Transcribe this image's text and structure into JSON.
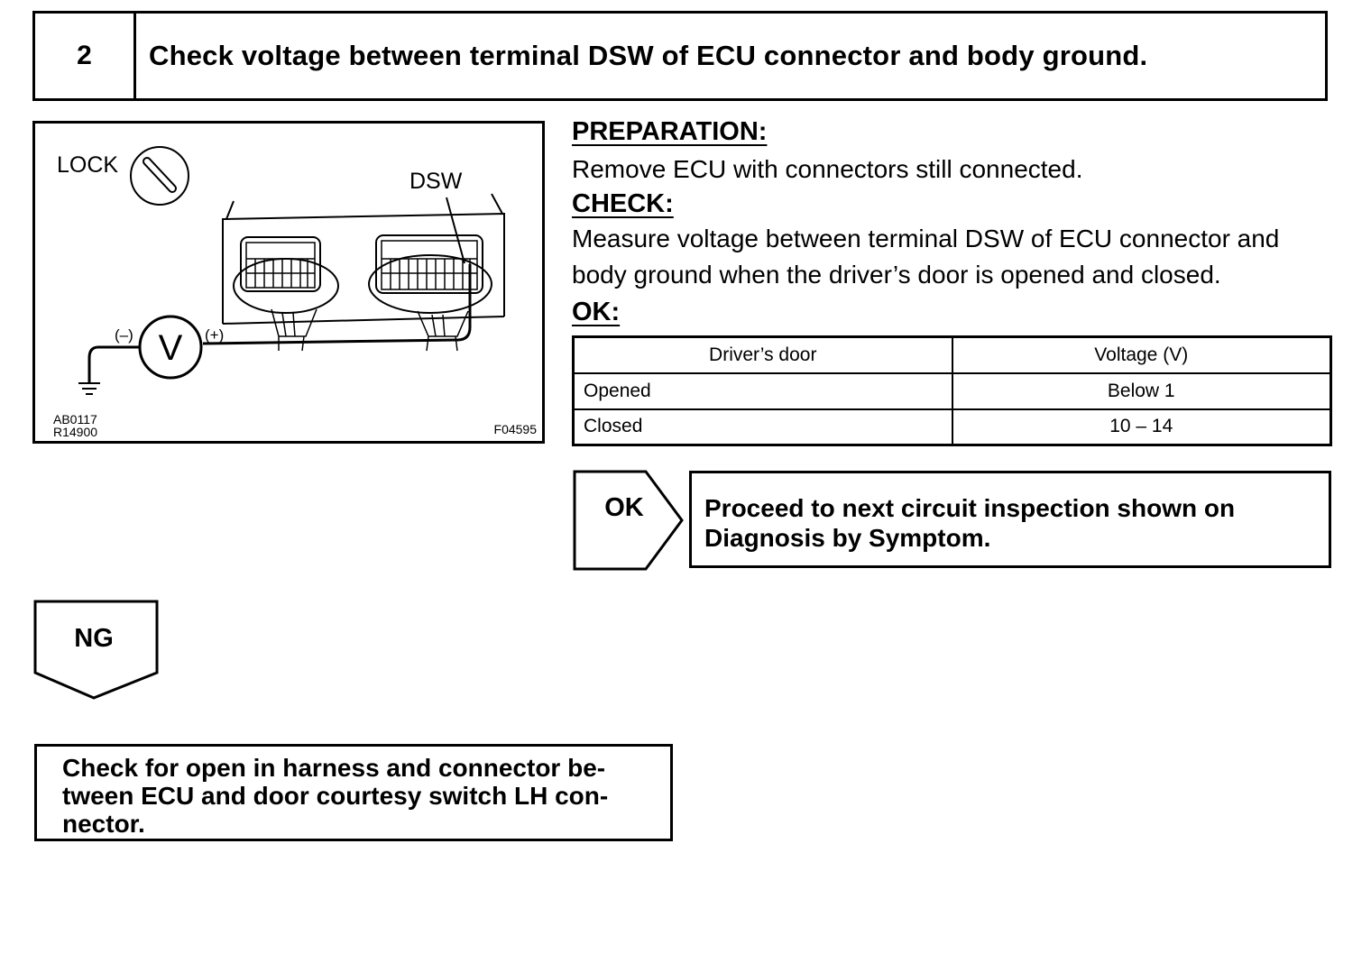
{
  "step": {
    "number": "2",
    "title": "Check voltage between terminal DSW of ECU connector and body ground."
  },
  "diagram": {
    "lock_label": "LOCK",
    "dsw_label": "DSW",
    "minus_label": "(–)",
    "plus_label": "(+)",
    "meter_symbol": "V",
    "code_1": "AB0117",
    "code_2": "R14900",
    "figure_id": "F04595"
  },
  "preparation": {
    "heading": "PREPARATION:",
    "text": "Remove ECU with connectors still connected."
  },
  "check": {
    "heading": "CHECK:",
    "line1": "Measure voltage between terminal DSW of ECU connector and",
    "line2": "body ground when the driver’s door is opened and closed."
  },
  "ok_spec": {
    "heading": "OK:",
    "columns": [
      "Driver’s door",
      "Voltage (V)"
    ],
    "rows": [
      [
        "Opened",
        "Below 1"
      ],
      [
        "Closed",
        "10 – 14"
      ]
    ]
  },
  "ok_branch": {
    "label": "OK",
    "result_line1": "Proceed to next circuit inspection shown on",
    "result_line2": "Diagnosis by Symptom."
  },
  "ng_branch": {
    "label": "NG",
    "result_line1": "Check for open in harness and connector be-",
    "result_line2": "tween ECU and door courtesy switch LH con-",
    "result_line3": "nector."
  }
}
